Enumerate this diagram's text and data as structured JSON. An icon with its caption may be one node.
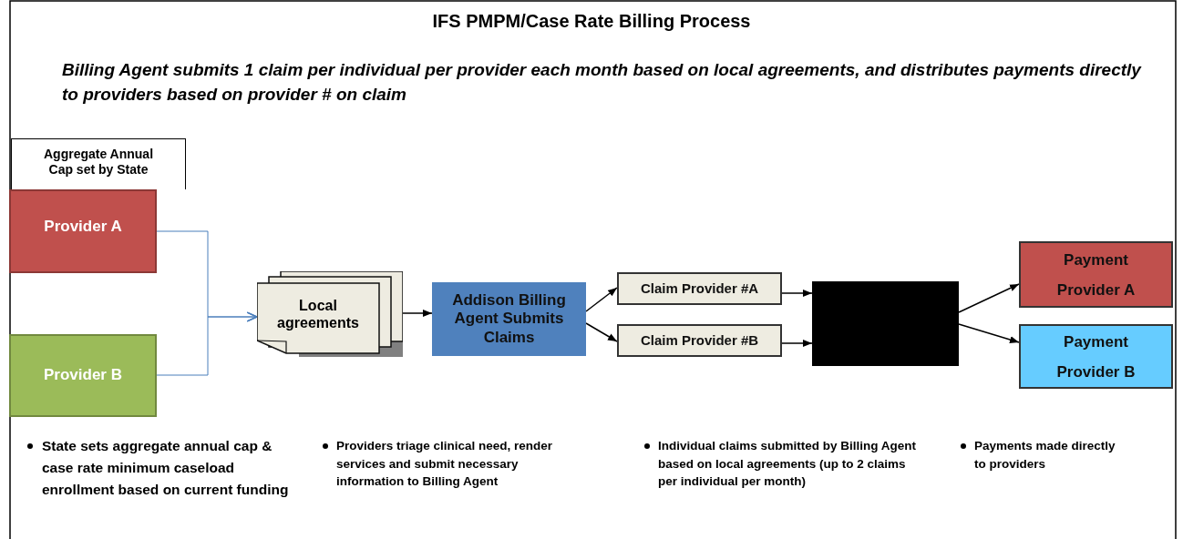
{
  "diagram": {
    "title": "IFS PMPM/Case Rate Billing Process",
    "nodes": [
      {
        "text": [
          "Aggregate Annual Cap set by State"
        ]
      },
      {
        "text": [
          "Provider A"
        ]
      },
      {
        "text": [
          "Provider B"
        ]
      },
      {
        "text": [
          "Local agreements"
        ]
      },
      {
        "text": [
          "Addison Billing Agent Submits Claims"
        ]
      },
      {
        "text": [
          "Claim Provider #A"
        ]
      },
      {
        "text": [
          "Claim Provider #B"
        ]
      },
      {
        "text": [],
        "shape": "box"
      },
      {
        "text": [
          "Payment Provider A"
        ]
      },
      {
        "text": [
          "Payment Provider B"
        ]
      }
    ],
    "edges": [
      {
        "from": 1,
        "to": 3,
        "arrow": "to",
        "color": "#4a7ebb"
      },
      {
        "from": 2,
        "to": 3,
        "arrow": "to",
        "color": "#4a7ebb"
      },
      {
        "from": 3,
        "to": 4,
        "arrow": "to"
      },
      {
        "from": 4,
        "to": 5,
        "arrow": "to"
      },
      {
        "from": 4,
        "to": 6,
        "arrow": "to"
      },
      {
        "from": 5,
        "to": 7,
        "arrow": "to"
      },
      {
        "from": 6,
        "to": 7,
        "arrow": "to"
      },
      {
        "from": 7,
        "to": 8,
        "arrow": "to"
      },
      {
        "from": 7,
        "to": 9,
        "arrow": "to"
      }
    ],
    "labels": [
      "Billing Agent submits 1 claim per individual per provider each month based on local agreements, and distributes payments directly to providers based on provider # on claim",
      "State sets aggregate annual cap & case rate minimum caseload enrollment based on current funding",
      "Providers triage clinical need, render services and submit necessary information to Billing Agent",
      "Individual claims submitted by Billing Agent based on local agreements (up to 2 claims per individual per month)",
      "Payments made directly to providers"
    ]
  }
}
